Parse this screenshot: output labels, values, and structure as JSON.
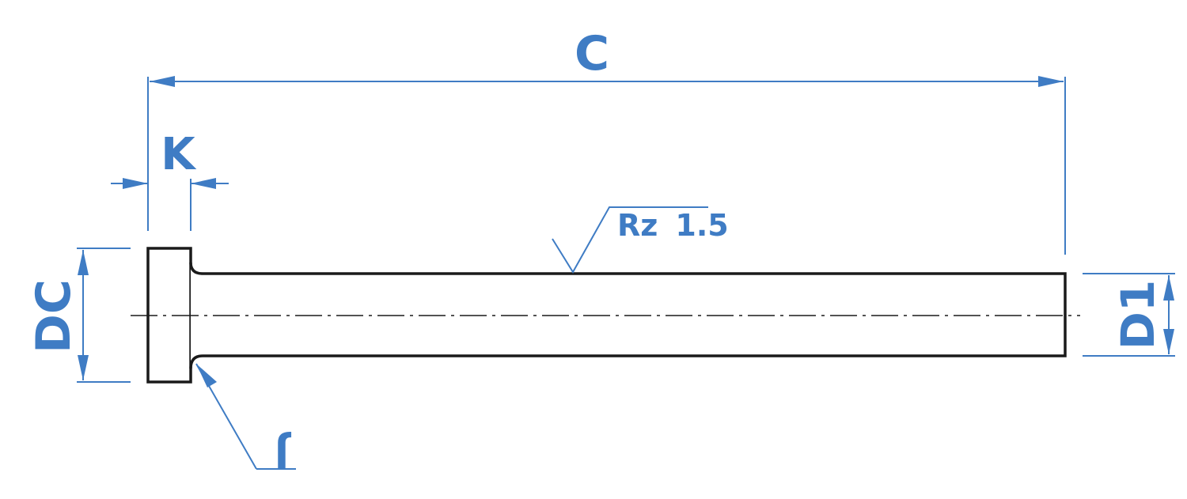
{
  "labels": {
    "overall_length": "C",
    "head_thickness": "K",
    "head_diameter": "DC",
    "shank_diameter": "D1",
    "fillet_radius": "J",
    "roughness_symbol_text": "Rz",
    "roughness_value": "1.5"
  },
  "colors": {
    "dimension": "#3f7cc4",
    "outline": "#1a1a1a"
  }
}
